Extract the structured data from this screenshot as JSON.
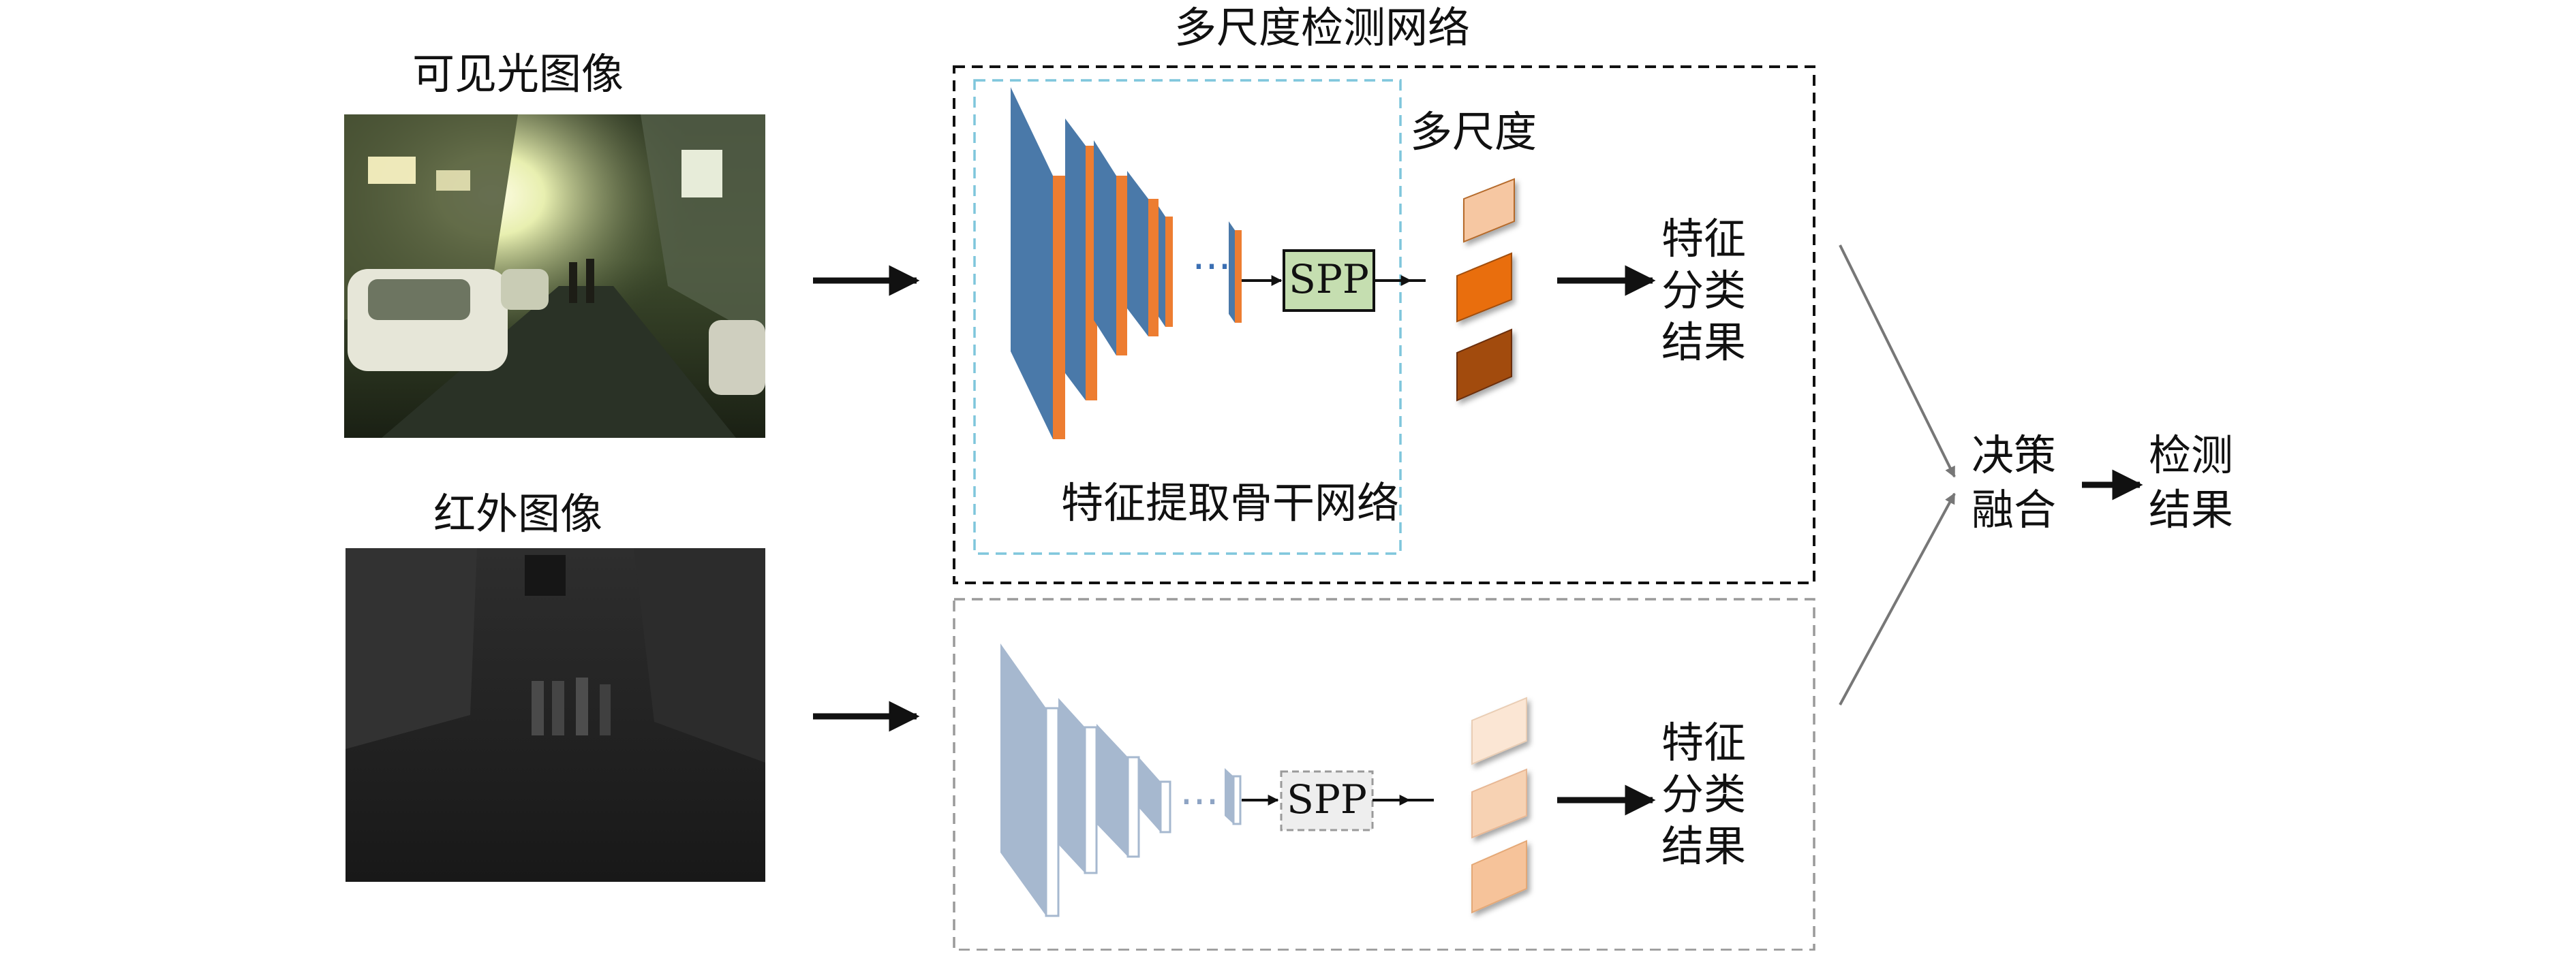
{
  "diagram": {
    "network_title": "多尺度检测网络",
    "visible_image_label": "可见光图像",
    "infrared_image_label": "红外图像",
    "multiscale_label": "多尺度",
    "backbone_label": "特征提取骨干网络",
    "spp_label_top": "SPP",
    "spp_label_bottom": "SPP",
    "result_top": [
      "特征",
      "分类",
      "结果"
    ],
    "result_bottom": [
      "特征",
      "分类",
      "结果"
    ],
    "fusion": [
      "决策",
      "融合"
    ],
    "detection": [
      "检测",
      "结果"
    ],
    "colors": {
      "conv_blue": "#4a79a9",
      "conv_orange": "#ed7d31",
      "spp_green": "#c5deb0",
      "dash_black": "#111111",
      "dash_cyan": "#7fc6dc",
      "dash_gray": "#9a9a9a",
      "faded_blue": "#a6b8cf",
      "feat_light": "#f6c7a2",
      "feat_mid": "#e96e0c",
      "feat_dark": "#a24b11"
    }
  }
}
